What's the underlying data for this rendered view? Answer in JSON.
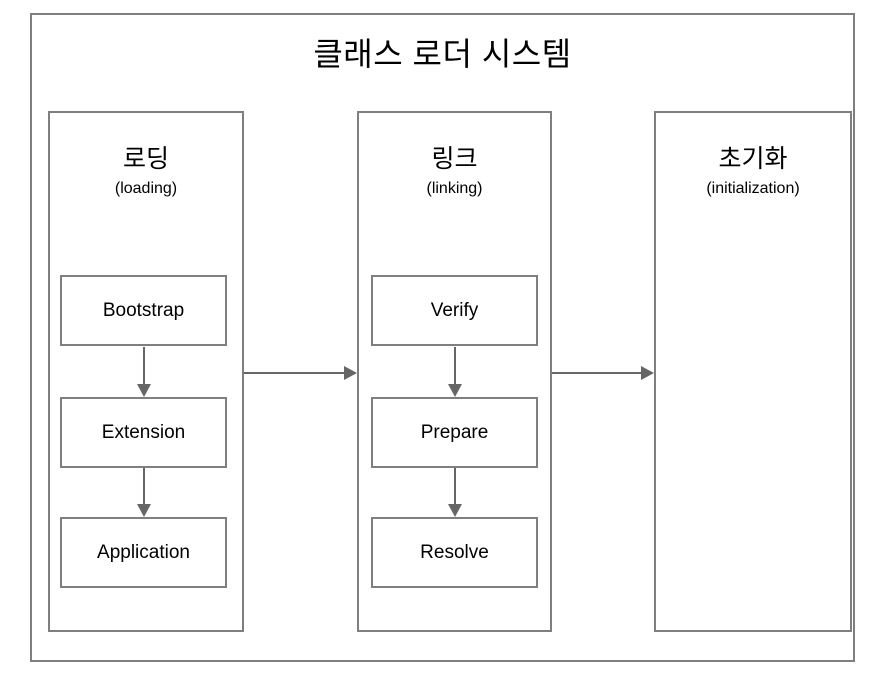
{
  "diagram": {
    "title": "클래스 로더 시스템",
    "stroke_color": "#7f7f7f",
    "arrow_color": "#666666",
    "background_color": "#ffffff",
    "text_color": "#000000",
    "phases": [
      {
        "id": "loading",
        "title_ko": "로딩",
        "title_en": "(loading)",
        "steps": [
          {
            "label": "Bootstrap"
          },
          {
            "label": "Extension"
          },
          {
            "label": "Application"
          }
        ]
      },
      {
        "id": "linking",
        "title_ko": "링크",
        "title_en": "(linking)",
        "steps": [
          {
            "label": "Verify"
          },
          {
            "label": "Prepare"
          },
          {
            "label": "Resolve"
          }
        ]
      },
      {
        "id": "initialization",
        "title_ko": "초기화",
        "title_en": "(initialization)",
        "steps": []
      }
    ],
    "connectors": [
      {
        "id": "loading-to-linking",
        "from": "loading",
        "to": "linking",
        "direction": "right"
      },
      {
        "id": "linking-to-initialization",
        "from": "linking",
        "to": "initialization",
        "direction": "right"
      },
      {
        "id": "bootstrap-to-extension",
        "from": "Bootstrap",
        "to": "Extension",
        "direction": "down"
      },
      {
        "id": "extension-to-application",
        "from": "Extension",
        "to": "Application",
        "direction": "down"
      },
      {
        "id": "verify-to-prepare",
        "from": "Verify",
        "to": "Prepare",
        "direction": "down"
      },
      {
        "id": "prepare-to-resolve",
        "from": "Prepare",
        "to": "Resolve",
        "direction": "down"
      }
    ]
  }
}
